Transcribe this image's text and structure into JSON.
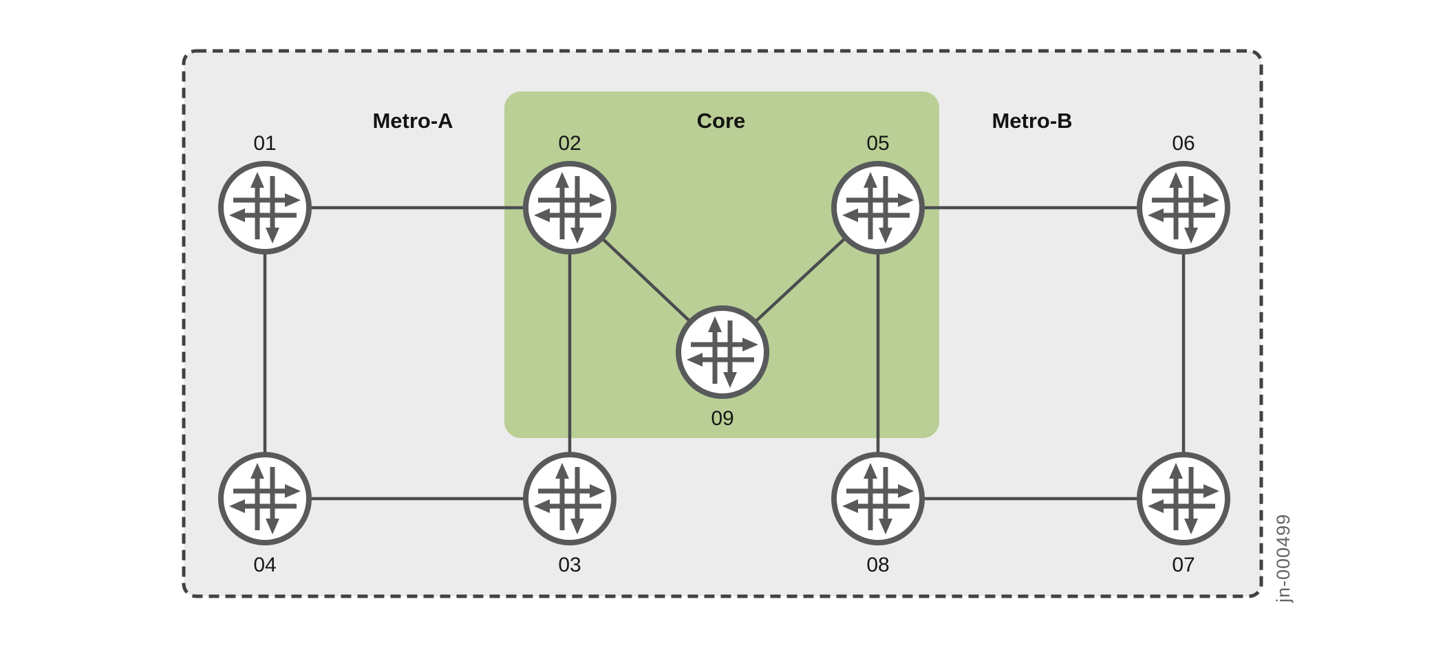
{
  "figure": {
    "watermark": "jn-000499"
  },
  "regions": {
    "metro_a": {
      "label": "Metro-A"
    },
    "core": {
      "label": "Core"
    },
    "metro_b": {
      "label": "Metro-B"
    }
  },
  "nodes": [
    {
      "id": "01",
      "label": "01",
      "in_core_highlight": false
    },
    {
      "id": "02",
      "label": "02",
      "in_core_highlight": true
    },
    {
      "id": "03",
      "label": "03",
      "in_core_highlight": false
    },
    {
      "id": "04",
      "label": "04",
      "in_core_highlight": false
    },
    {
      "id": "05",
      "label": "05",
      "in_core_highlight": true
    },
    {
      "id": "06",
      "label": "06",
      "in_core_highlight": false
    },
    {
      "id": "07",
      "label": "07",
      "in_core_highlight": false
    },
    {
      "id": "08",
      "label": "08",
      "in_core_highlight": false
    },
    {
      "id": "09",
      "label": "09",
      "in_core_highlight": true
    }
  ],
  "links": [
    {
      "from": "01",
      "to": "02"
    },
    {
      "from": "01",
      "to": "04"
    },
    {
      "from": "04",
      "to": "03"
    },
    {
      "from": "02",
      "to": "03"
    },
    {
      "from": "02",
      "to": "09"
    },
    {
      "from": "05",
      "to": "09"
    },
    {
      "from": "05",
      "to": "06"
    },
    {
      "from": "05",
      "to": "08"
    },
    {
      "from": "06",
      "to": "07"
    },
    {
      "from": "08",
      "to": "07"
    }
  ],
  "icons": {
    "router": "juniper-router-crossed-arrows-icon"
  },
  "colors": {
    "canvas_bg": "#ffffff",
    "boundary_fill": "#ececec",
    "boundary_border": "#414143",
    "core_highlight": "#b9cf96",
    "link": "#4b4c4e",
    "router_stroke": "#58595b",
    "router_fill": "#ffffff",
    "label_text": "#131313",
    "watermark_text": "#636466"
  }
}
